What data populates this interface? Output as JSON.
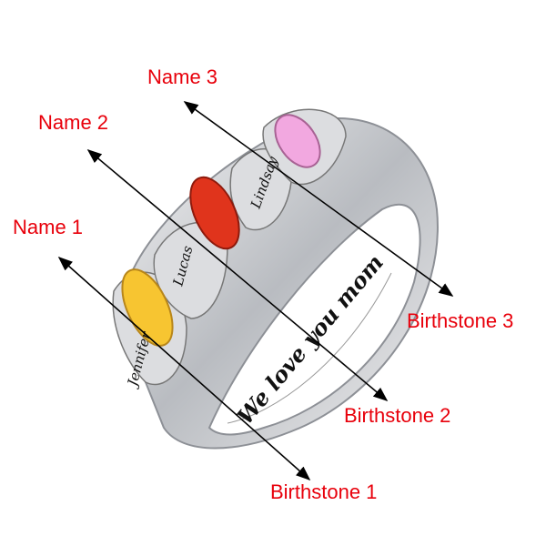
{
  "labels": {
    "name1": "Name 1",
    "name2": "Name 2",
    "name3": "Name 3",
    "birthstone1": "Birthstone 1",
    "birthstone2": "Birthstone 2",
    "birthstone3": "Birthstone 3"
  },
  "engravings": {
    "name1": "Jennifer",
    "name2": "Lucas",
    "name3": "Lindsay",
    "inner": "We love you mom"
  },
  "colors": {
    "label": "#e8000b",
    "stone1": "#f7c531",
    "stone2": "#e0341c",
    "stone3": "#f2a8e0",
    "metal": "#c9cbcf"
  }
}
